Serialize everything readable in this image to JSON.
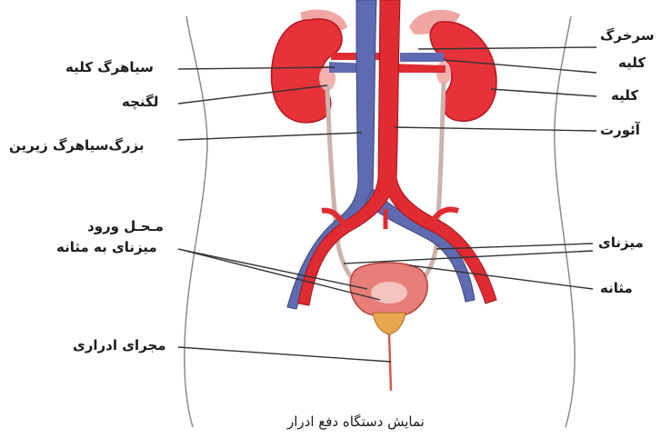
{
  "caption": "نمایش دستگاه دفع ادرار",
  "labels_left": {
    "renal_vein": "سیاهرگ کلیه",
    "pelvis": "لگنچه",
    "vena_cava": "بزرگ‌سیاهرگ زیرین",
    "ureter_entry_line1": "مـحـل ورود",
    "ureter_entry_line2": "میزنای به مثانه",
    "urethra": "مجرای ادراری"
  },
  "labels_right": {
    "renal_artery_line1": "سرخرگ",
    "renal_artery_line2": "کلیه",
    "kidney": "کلیه",
    "aorta": "آئورت",
    "ureter": "میزنای",
    "bladder": "مثانه"
  },
  "colors": {
    "kidney": "#e8323a",
    "artery": "#df2b31",
    "vein": "#5f6bb0",
    "ureter": "#d8c4bf",
    "bladder": "#e77e79",
    "leader_line": "#333333",
    "body_outline": "#8a8a8a"
  }
}
